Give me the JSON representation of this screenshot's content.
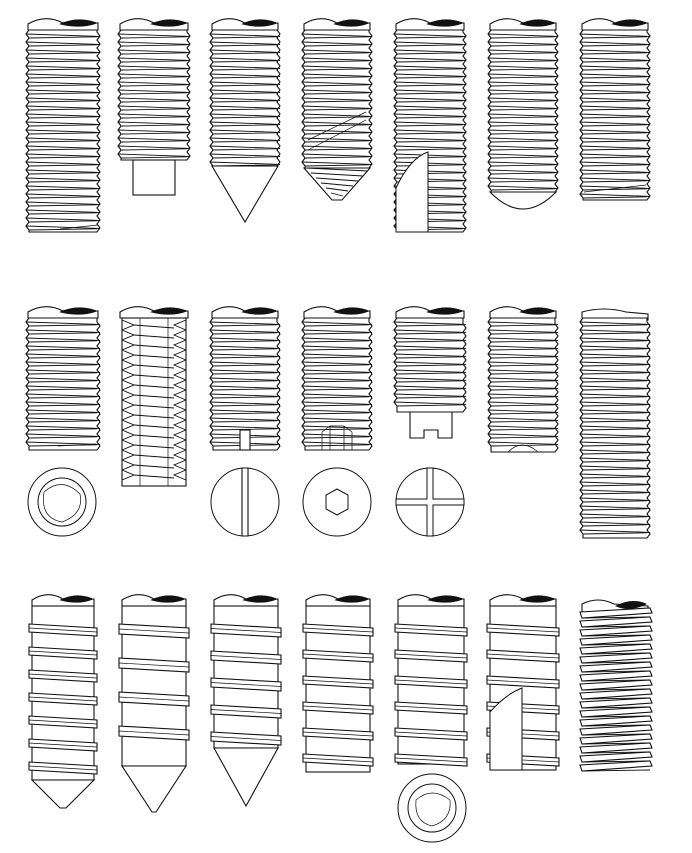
{
  "sheet": {
    "background": "#ffffff",
    "line_color": "#111111",
    "rows": [
      {
        "row": "row-1",
        "items": [
          {
            "name": "plain-end-set-screw",
            "tip": "flat"
          },
          {
            "name": "dog-point-set-screw",
            "tip": "dog-point"
          },
          {
            "name": "cone-point-set-screw",
            "tip": "cone-point"
          },
          {
            "name": "cut-thread-tapered-end-screw",
            "tip": "tapered-cut-thread"
          },
          {
            "name": "self-cutting-slotted-screw",
            "tip": "cutting-flute"
          },
          {
            "name": "oval-point-set-screw",
            "tip": "oval-point"
          },
          {
            "name": "chamfered-end-set-screw",
            "tip": "chamfered"
          }
        ]
      },
      {
        "row": "row-2",
        "items": [
          {
            "name": "cup-point-set-screw",
            "tip": "cup-point",
            "end_view": "cup-point-ring"
          },
          {
            "name": "double-ended-threaded-stud",
            "tip": "flat",
            "end_view": "none"
          },
          {
            "name": "slotted-set-screw",
            "tip": "slot",
            "end_view": "slot-line"
          },
          {
            "name": "hex-socket-set-screw",
            "tip": "hex-socket",
            "end_view": "hexagon"
          },
          {
            "name": "cross-slotted-set-screw",
            "tip": "cross-slot",
            "end_view": "cross"
          },
          {
            "name": "knurled-cup-set-screw",
            "tip": "small-cup",
            "end_view": "none"
          },
          {
            "name": "long-threaded-rod",
            "tip": "flat",
            "end_view": "none"
          }
        ]
      },
      {
        "row": "row-3",
        "items": [
          {
            "name": "coarse-thread-short-cone-screw",
            "tip": "short-cone"
          },
          {
            "name": "wide-thread-cone-screw",
            "tip": "cone"
          },
          {
            "name": "coarse-thread-cone-screw",
            "tip": "long-cone"
          },
          {
            "name": "coarse-thread-flat-end-screw",
            "tip": "flat"
          },
          {
            "name": "coarse-thread-cup-end-screw",
            "tip": "cup",
            "end_view": "cup-point-ring"
          },
          {
            "name": "coarse-thread-cutting-flute-screw",
            "tip": "cutting-flute"
          },
          {
            "name": "helical-coil-insert",
            "tip": "coil"
          }
        ]
      }
    ]
  }
}
